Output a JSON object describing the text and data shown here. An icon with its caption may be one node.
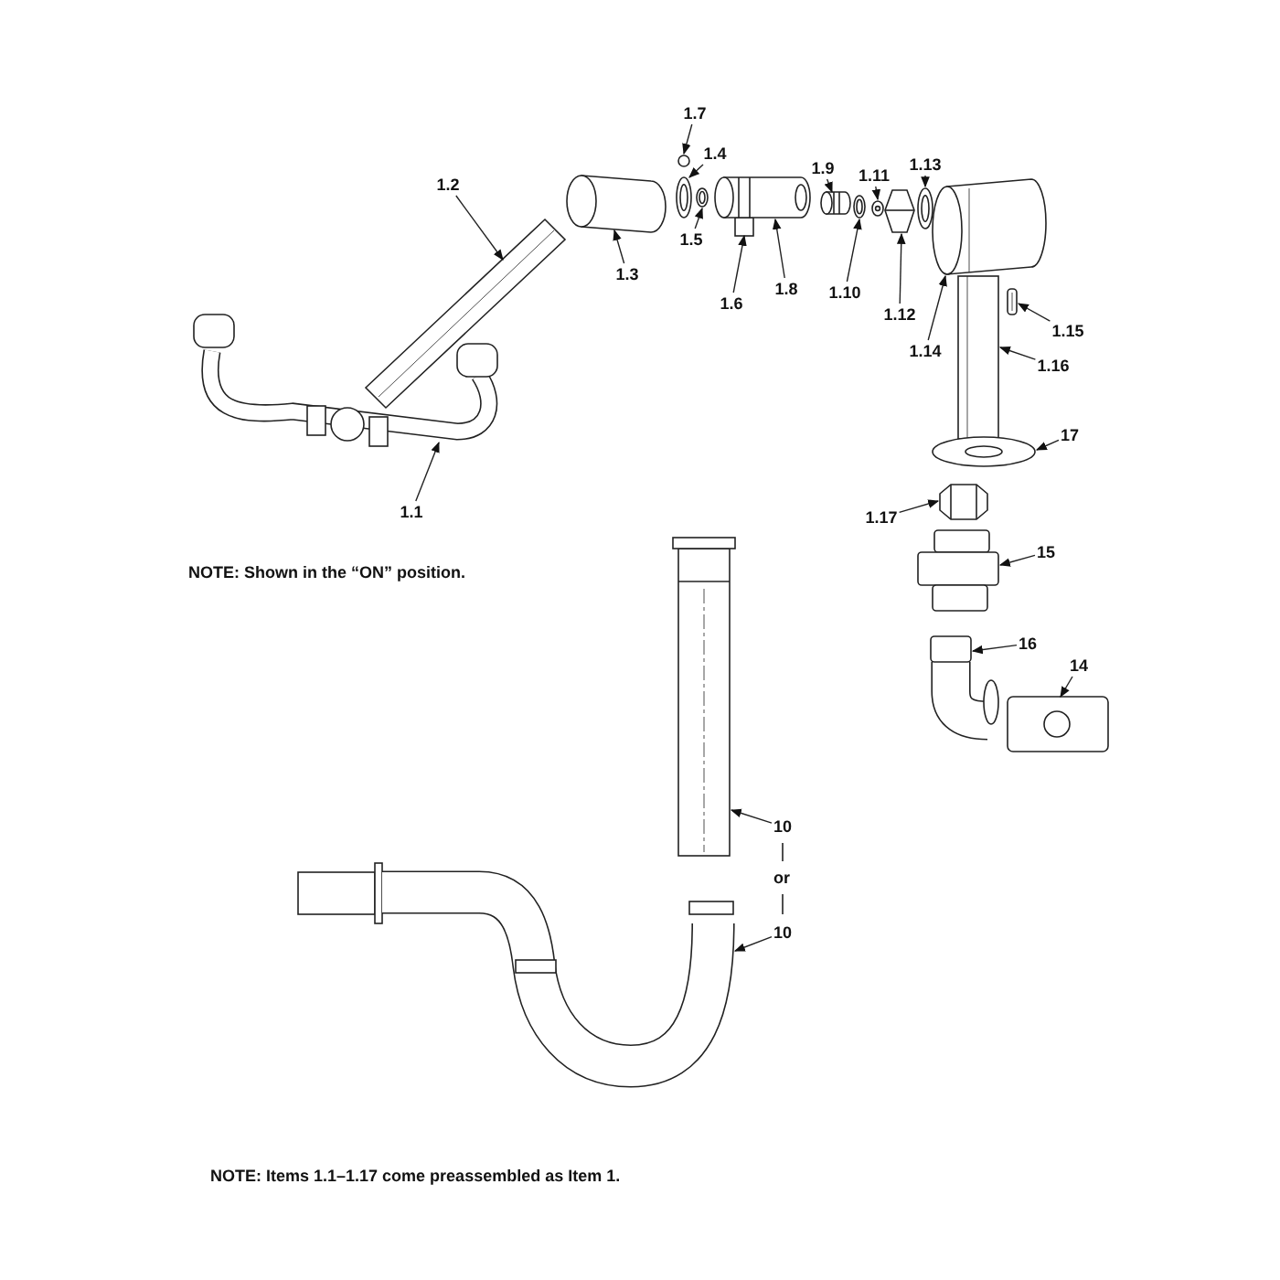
{
  "diagram": {
    "nodes": [
      {
        "text": [
          "1.7"
        ]
      },
      {
        "text": [
          "1.4"
        ]
      },
      {
        "text": [
          "1.9"
        ]
      },
      {
        "text": [
          "1.11"
        ]
      },
      {
        "text": [
          "1.13"
        ]
      },
      {
        "text": [
          "1.2"
        ]
      },
      {
        "text": [
          "1.5"
        ]
      },
      {
        "text": [
          "1.3"
        ]
      },
      {
        "text": [
          "1.6"
        ]
      },
      {
        "text": [
          "1.8"
        ]
      },
      {
        "text": [
          "1.10"
        ]
      },
      {
        "text": [
          "1.12"
        ]
      },
      {
        "text": [
          "1.14"
        ]
      },
      {
        "text": [
          "1.15"
        ]
      },
      {
        "text": [
          "1.16"
        ]
      },
      {
        "text": [
          "17"
        ]
      },
      {
        "text": [
          "1.1"
        ]
      },
      {
        "text": [
          "1.17"
        ]
      },
      {
        "text": [
          "15"
        ]
      },
      {
        "text": [
          "16"
        ]
      },
      {
        "text": [
          "14"
        ]
      },
      {
        "text": [
          "10"
        ]
      },
      {
        "text": [
          "10"
        ]
      },
      {
        "text": [],
        "shape": "circle"
      },
      {
        "text": [],
        "shape": "picture"
      },
      {
        "text": [],
        "shape": "picture"
      },
      {
        "text": [],
        "shape": "picture"
      },
      {
        "text": [],
        "shape": "picture"
      },
      {
        "text": [],
        "shape": "picture"
      },
      {
        "text": [],
        "shape": "picture"
      },
      {
        "text": [],
        "shape": "cylinder"
      },
      {
        "text": [],
        "shape": "box"
      },
      {
        "text": [],
        "shape": "picture"
      },
      {
        "text": [],
        "shape": "picture"
      },
      {
        "text": [],
        "shape": "picture"
      },
      {
        "text": [],
        "shape": "picture"
      },
      {
        "text": [],
        "shape": "picture"
      },
      {
        "text": [],
        "shape": "picture"
      },
      {
        "text": [],
        "shape": "picture"
      },
      {
        "text": [],
        "shape": "picture"
      },
      {
        "text": [],
        "shape": "picture"
      },
      {
        "text": [],
        "shape": "picture"
      },
      {
        "text": [],
        "shape": "picture"
      },
      {
        "text": [],
        "shape": "picture"
      },
      {
        "text": [],
        "shape": "picture"
      },
      {
        "text": [],
        "shape": "picture"
      }
    ],
    "edges": [
      {
        "from": 0,
        "to": 23,
        "arrow": "to"
      },
      {
        "from": 1,
        "to": 24,
        "arrow": "to"
      },
      {
        "from": 2,
        "to": 25,
        "arrow": "to"
      },
      {
        "from": 3,
        "to": 26,
        "arrow": "to"
      },
      {
        "from": 4,
        "to": 27,
        "arrow": "to"
      },
      {
        "from": 5,
        "to": 28,
        "arrow": "to"
      },
      {
        "from": 6,
        "to": 29,
        "arrow": "to"
      },
      {
        "from": 7,
        "to": 30,
        "arrow": "to"
      },
      {
        "from": 8,
        "to": 31,
        "arrow": "to"
      },
      {
        "from": 9,
        "to": 32,
        "arrow": "to"
      },
      {
        "from": 10,
        "to": 33,
        "arrow": "to"
      },
      {
        "from": 11,
        "to": 34,
        "arrow": "to"
      },
      {
        "from": 12,
        "to": 35,
        "arrow": "to"
      },
      {
        "from": 13,
        "to": 36,
        "arrow": "to"
      },
      {
        "from": 14,
        "to": 37,
        "arrow": "to"
      },
      {
        "from": 15,
        "to": 38,
        "arrow": "to"
      },
      {
        "from": 16,
        "to": 39,
        "arrow": "to"
      },
      {
        "from": 17,
        "to": 40,
        "arrow": "to"
      },
      {
        "from": 18,
        "to": 41,
        "arrow": "to"
      },
      {
        "from": 19,
        "to": 42,
        "arrow": "to"
      },
      {
        "from": 20,
        "to": 43,
        "arrow": "to"
      },
      {
        "from": 21,
        "to": 44,
        "arrow": "to"
      },
      {
        "from": 22,
        "to": 45,
        "arrow": "to"
      }
    ],
    "labels": [
      "NOTE: Shown in the “ON” position.",
      "or",
      "NOTE: Items 1.1–1.17 come preassembled as Item 1."
    ]
  }
}
